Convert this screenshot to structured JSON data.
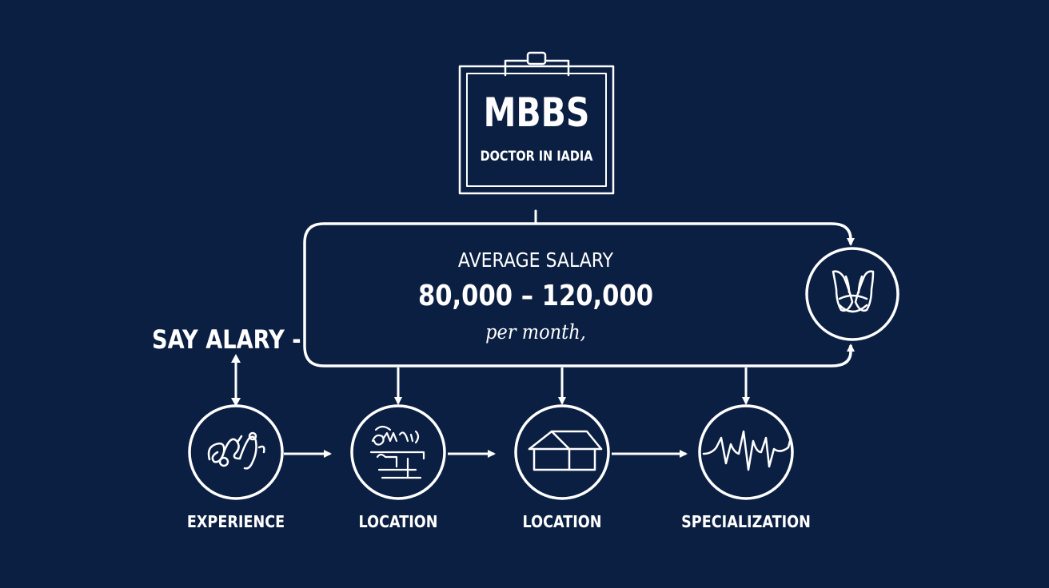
{
  "header": {
    "title": "MBBS",
    "subtitle": "DOCTOR IN IADIA"
  },
  "salary_box": {
    "heading": "AVERAGE SALARY",
    "range": "80,000 – 120,000",
    "unit": "per month,"
  },
  "side_label": "SAY ALARY -",
  "nodes": [
    {
      "label": "EXPERIENCE",
      "icon": "tangled-scribble-icon"
    },
    {
      "label": "LOCATION",
      "icon": "sketched-scene-icon"
    },
    {
      "label": "LOCATION",
      "icon": "house-icon"
    },
    {
      "label": "SPECIALIZATION",
      "icon": "waveform-icon"
    }
  ],
  "right_node": {
    "icon": "surgical-tools-icon"
  },
  "colors": {
    "background": "#0b1f42",
    "foreground": "#ffffff"
  }
}
